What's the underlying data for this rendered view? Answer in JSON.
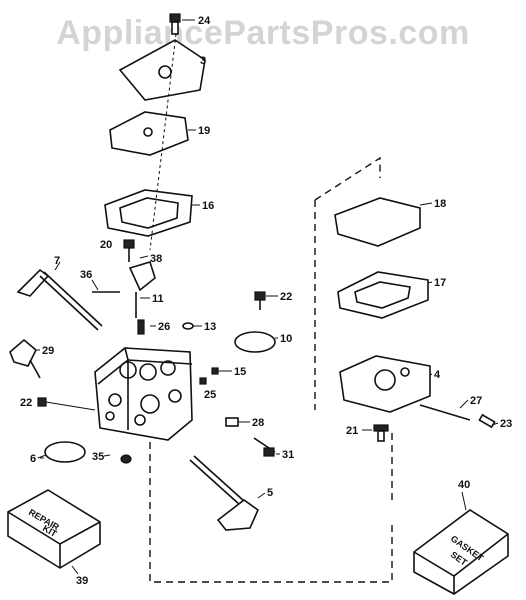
{
  "watermark": "AppliancePartsPros.com",
  "callouts": {
    "c24": "24",
    "c3": "3",
    "c19": "19",
    "c16": "16",
    "c18": "18",
    "c17": "17",
    "c20": "20",
    "c38": "38",
    "c7": "7",
    "c36": "36",
    "c11": "11",
    "c22a": "22",
    "c26": "26",
    "c13": "13",
    "c10": "10",
    "c29": "29",
    "c15": "15",
    "c25": "25",
    "c4": "4",
    "c27": "27",
    "c22b": "22",
    "c28": "28",
    "c21": "21",
    "c23": "23",
    "c6": "6",
    "c35": "35",
    "c31": "31",
    "c5": "5",
    "c40": "40",
    "c39": "39"
  },
  "repair_kit": {
    "line1": "REPAIR",
    "line2": "KIT"
  },
  "gasket_set": {
    "line1": "GASKET",
    "line2": "SET"
  }
}
